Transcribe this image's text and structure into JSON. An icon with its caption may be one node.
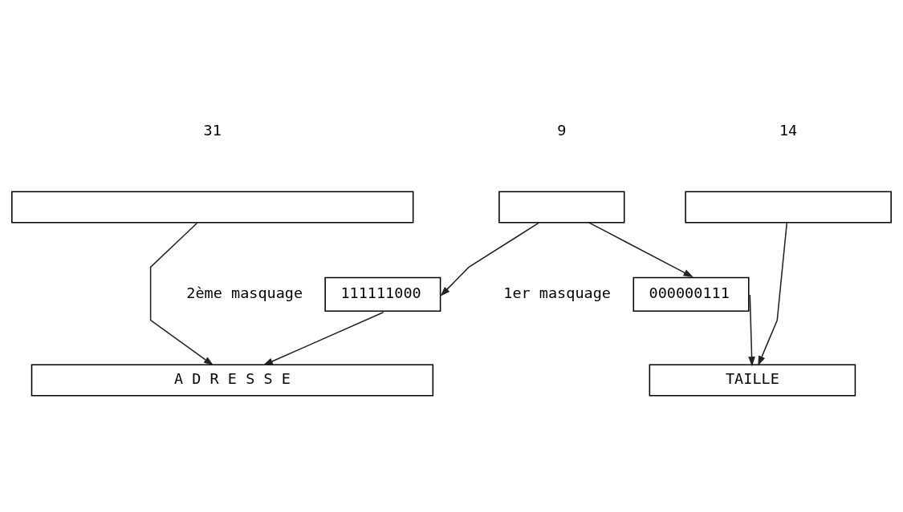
{
  "diagram": {
    "nodes": [
      {
        "text": [],
        "shape": "box"
      },
      {
        "text": [],
        "shape": "box"
      },
      {
        "text": [],
        "shape": "box"
      },
      {
        "text": [
          "000000111"
        ],
        "beside": [
          "1er masquage"
        ]
      },
      {
        "text": [
          "TAILLE"
        ]
      },
      {
        "text": [
          "111111000"
        ],
        "beside": [
          "2ème masquage"
        ]
      },
      {
        "text": [
          "A D R E S S E"
        ]
      }
    ],
    "edges": [
      {
        "from": 0,
        "to": 6,
        "arrow": "to"
      },
      {
        "from": 1,
        "to": 3,
        "arrow": "to"
      },
      {
        "from": 1,
        "to": 5,
        "arrow": "to"
      },
      {
        "from": 3,
        "to": 4,
        "arrow": "to"
      },
      {
        "from": 2,
        "to": 4,
        "arrow": "to"
      },
      {
        "from": 5,
        "to": 6,
        "arrow": "to"
      }
    ],
    "labels": [
      "31",
      "9",
      "14"
    ]
  }
}
